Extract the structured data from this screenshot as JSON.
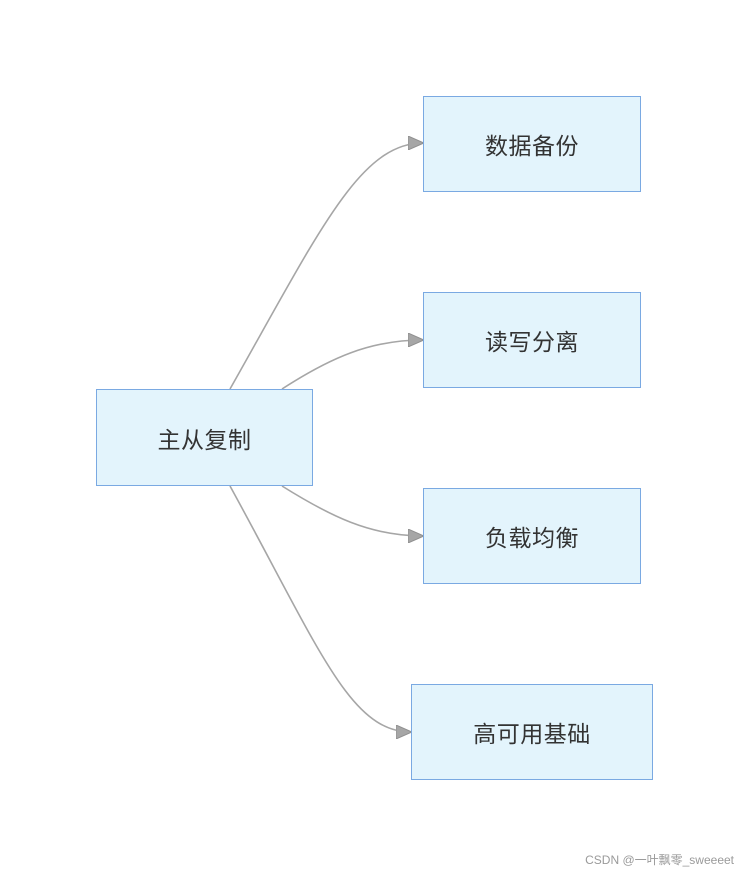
{
  "diagram": {
    "root": {
      "label": "主从复制"
    },
    "children": [
      {
        "label": "数据备份"
      },
      {
        "label": "读写分离"
      },
      {
        "label": "负载均衡"
      },
      {
        "label": "高可用基础"
      }
    ]
  },
  "colors": {
    "node_fill": "#e3f4fc",
    "node_border": "#7aa9e2",
    "edge": "#a6a6a6",
    "arrowhead": "#a6a6a6",
    "text": "#333333"
  },
  "watermark": "CSDN @一叶飘零_sweeeet"
}
